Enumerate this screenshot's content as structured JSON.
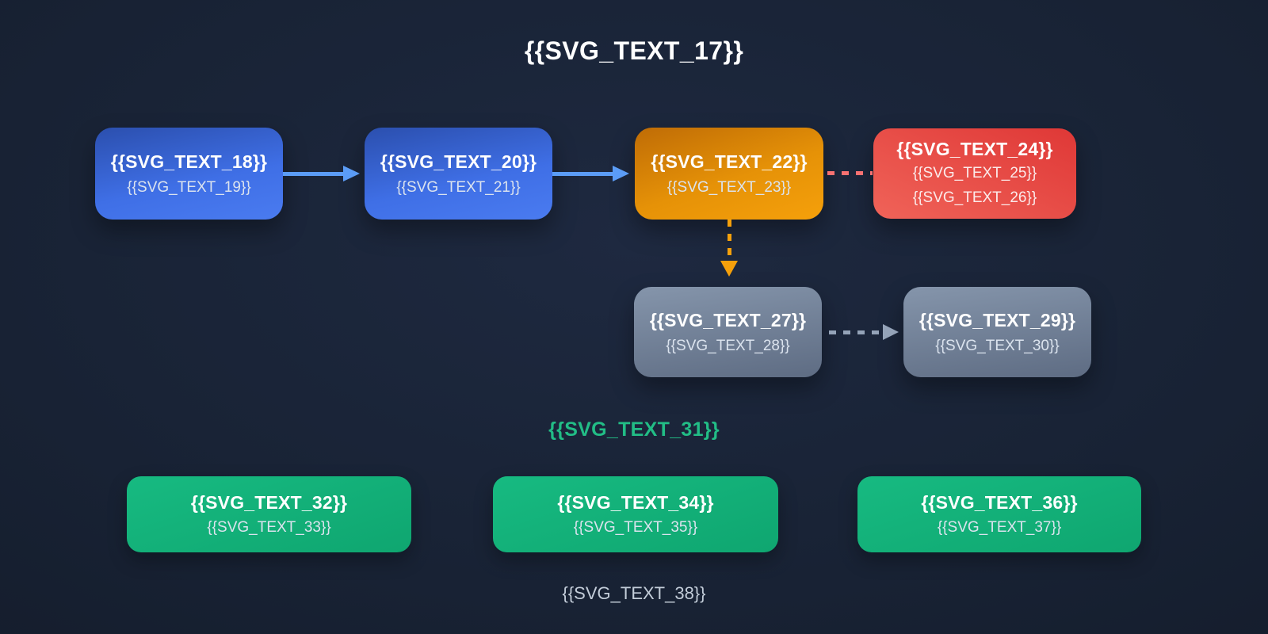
{
  "title": "{{SVG_TEXT_17}}",
  "main_flow": {
    "nodes": [
      {
        "title": "{{SVG_TEXT_18}}",
        "subtitle": "{{SVG_TEXT_19}}"
      },
      {
        "title": "{{SVG_TEXT_20}}",
        "subtitle": "{{SVG_TEXT_21}}"
      },
      {
        "title": "{{SVG_TEXT_22}}",
        "subtitle": "{{SVG_TEXT_23}}"
      }
    ],
    "error_node": {
      "title": "{{SVG_TEXT_24}}",
      "line1": "{{SVG_TEXT_25}}",
      "line2": "{{SVG_TEXT_26}}"
    },
    "fallback_nodes": [
      {
        "title": "{{SVG_TEXT_27}}",
        "subtitle": "{{SVG_TEXT_28}}"
      },
      {
        "title": "{{SVG_TEXT_29}}",
        "subtitle": "{{SVG_TEXT_30}}"
      }
    ]
  },
  "secondary_section": {
    "heading": "{{SVG_TEXT_31}}",
    "cards": [
      {
        "title": "{{SVG_TEXT_32}}",
        "subtitle": "{{SVG_TEXT_33}}"
      },
      {
        "title": "{{SVG_TEXT_34}}",
        "subtitle": "{{SVG_TEXT_35}}"
      },
      {
        "title": "{{SVG_TEXT_36}}",
        "subtitle": "{{SVG_TEXT_37}}"
      }
    ]
  },
  "footer": {
    "note": "{{SVG_TEXT_38}}"
  },
  "colors": {
    "background": "#151e2d",
    "blue_node": "#3f6fe6",
    "orange_node": "#ef9408",
    "red_node": "#e84a44",
    "gray_node": "#6e7d94",
    "green_node": "#13ad77",
    "blue_arrow": "#5b9cf6",
    "pink_dash": "#f87171",
    "orange_dash": "#f5a00b",
    "gray_dash": "#94a3b8",
    "green_heading": "#22bd86",
    "title_text": "#ffffff",
    "muted_text": "#c3cdd9"
  }
}
